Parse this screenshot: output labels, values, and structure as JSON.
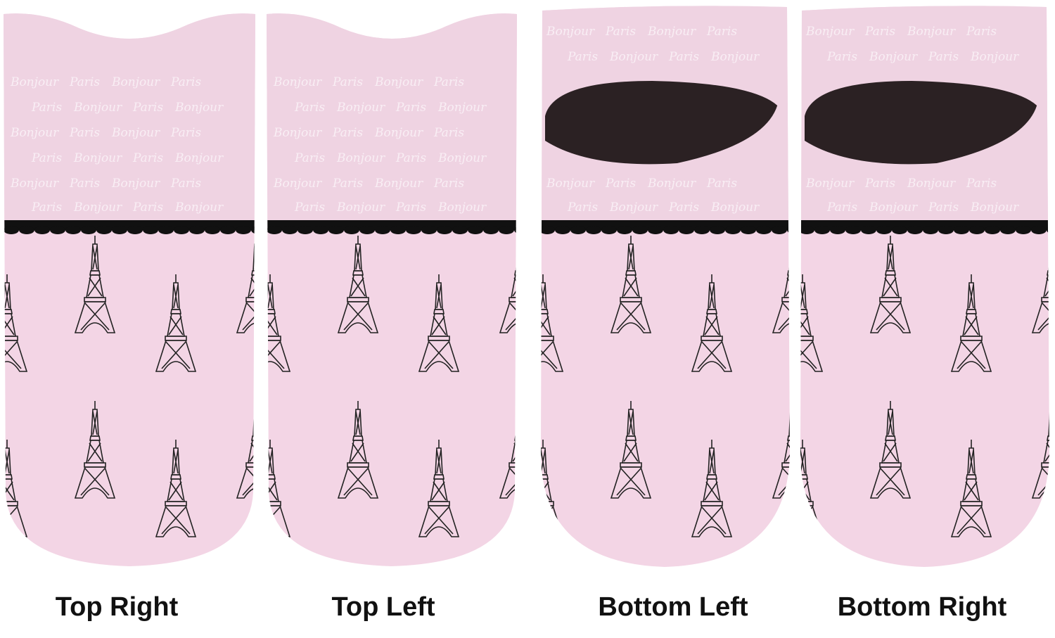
{
  "pattern": {
    "word1": "Bonjour",
    "word2": "Paris"
  },
  "colors": {
    "pink_top": "#efd3e2",
    "pink_body": "#f3d5e5",
    "black": "#111111",
    "heel": "#2b2123"
  },
  "socks": [
    {
      "label": "Top Right",
      "heel": false
    },
    {
      "label": "Top Left",
      "heel": false
    },
    {
      "label": "Bottom Left",
      "heel": true
    },
    {
      "label": "Bottom Right",
      "heel": true
    }
  ]
}
